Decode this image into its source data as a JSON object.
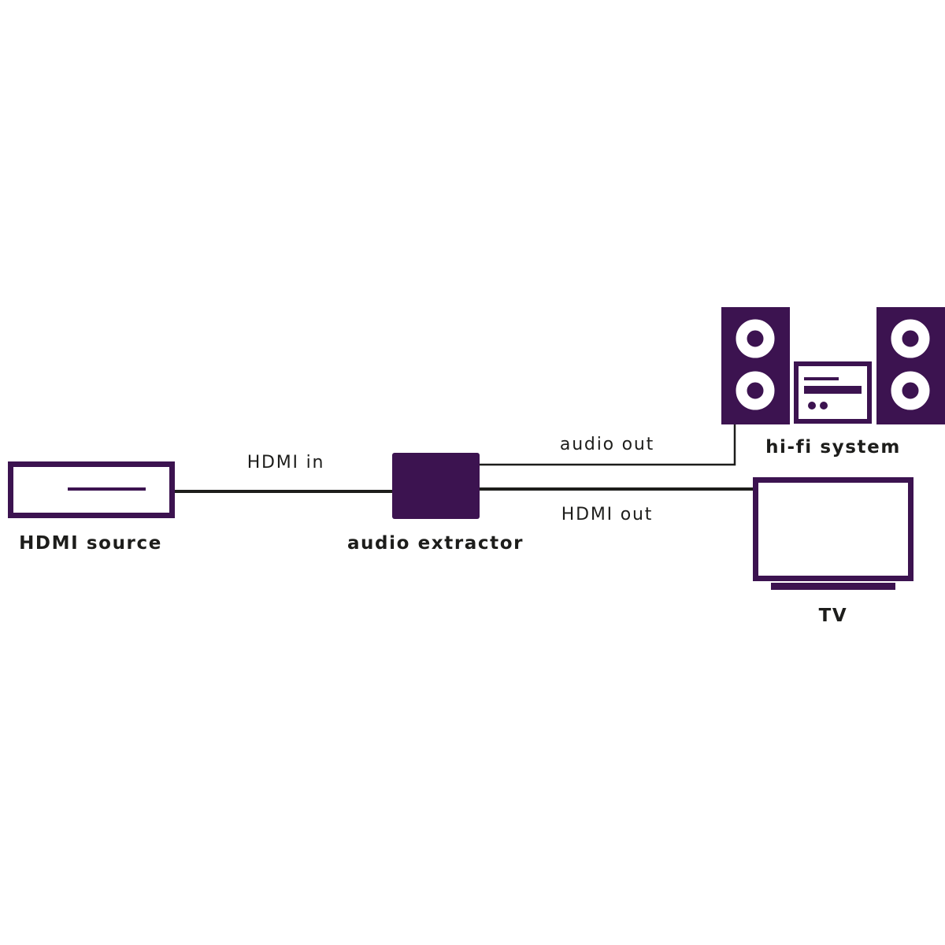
{
  "colors": {
    "device": "#3c1350",
    "cable": "#1d1d1b",
    "label_text": "#1d1d1b",
    "background": "#ffffff"
  },
  "devices": {
    "hdmi_source": {
      "label": "HDMI source",
      "icon": "set-top-box-icon"
    },
    "audio_extractor": {
      "label": "audio extractor",
      "icon": "extractor-box-icon"
    },
    "hifi_system": {
      "label": "hi-fi system",
      "icon": "stereo-system-icon"
    },
    "tv": {
      "label": "TV",
      "icon": "tv-icon"
    }
  },
  "connections": {
    "hdmi_in": {
      "label": "HDMI in",
      "from": "HDMI source",
      "to": "audio extractor"
    },
    "audio_out": {
      "label": "audio out",
      "from": "audio extractor",
      "to": "hi-fi system"
    },
    "hdmi_out": {
      "label": "HDMI out",
      "from": "audio extractor",
      "to": "TV"
    }
  }
}
